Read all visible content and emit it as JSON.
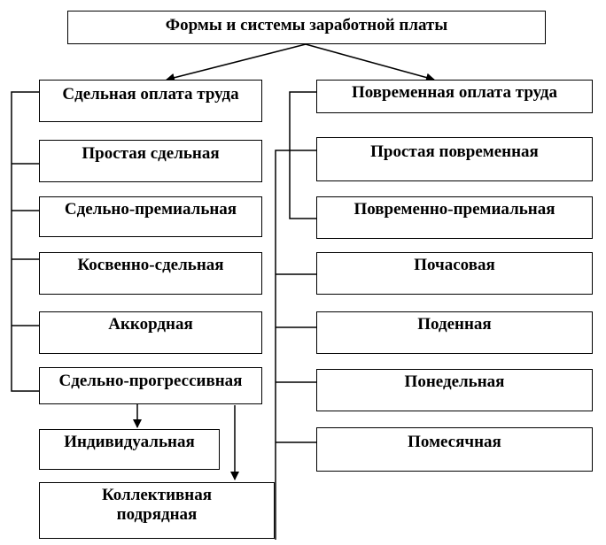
{
  "title": "Формы и системы заработной платы",
  "piecework": {
    "header": "Сдельная оплата труда",
    "items": [
      "Простая сдельная",
      "Сдельно-премиальная",
      "Косвенно-сдельная",
      "Аккордная",
      "Сдельно-прогрессивная"
    ],
    "sub_items": [
      "Индивидуальная",
      "Коллективная подрядная"
    ]
  },
  "time_based": {
    "header": "Повременная оплата труда",
    "items": [
      "Простая повременная",
      "Повременно-премиальная",
      "Почасовая",
      "Поденная",
      "Понедельная",
      "Помесячная"
    ]
  },
  "colors": {
    "line": "#000000",
    "box_border": "#000000",
    "background": "#ffffff"
  }
}
